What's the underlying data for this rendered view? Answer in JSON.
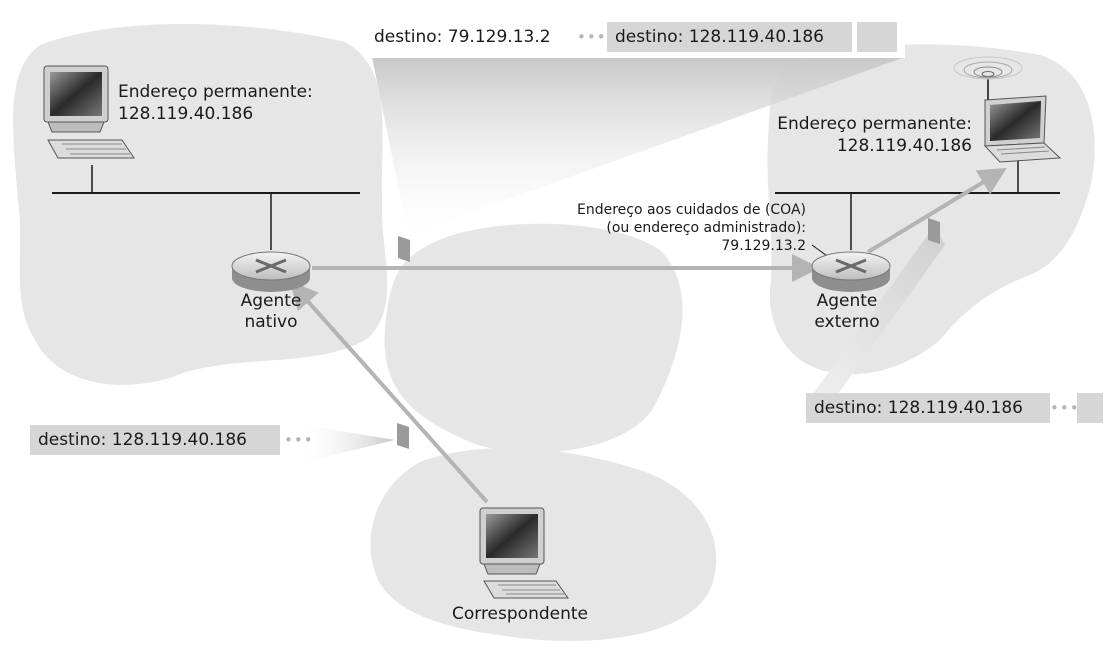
{
  "home_network": {
    "host_label": "Endereço permanente:",
    "host_address": "128.119.40.186",
    "router_label_line1": "Agente",
    "router_label_line2": "nativo"
  },
  "foreign_network": {
    "host_label": "Endereço permanente:",
    "host_address": "128.119.40.186",
    "coa_line1": "Endereço aos cuidados de (COA)",
    "coa_line2": "(ou endereço administrado):",
    "coa_address": "79.129.13.2",
    "router_label_line1": "Agente",
    "router_label_line2": "externo"
  },
  "correspondent": {
    "label": "Correspondente"
  },
  "packets": {
    "tunneled_outer_dest": "destino: 79.129.13.2",
    "tunneled_inner_dest": "destino: 128.119.40.186",
    "correspondent_dest": "destino: 128.119.40.186",
    "delivered_dest": "destino: 128.119.40.186",
    "ellipsis": "•••"
  },
  "colors": {
    "cloud": "#e6e6e6",
    "arrow": "#b4b4b4",
    "packet_box": "#d6d6d6",
    "line": "#1a1a1a"
  }
}
